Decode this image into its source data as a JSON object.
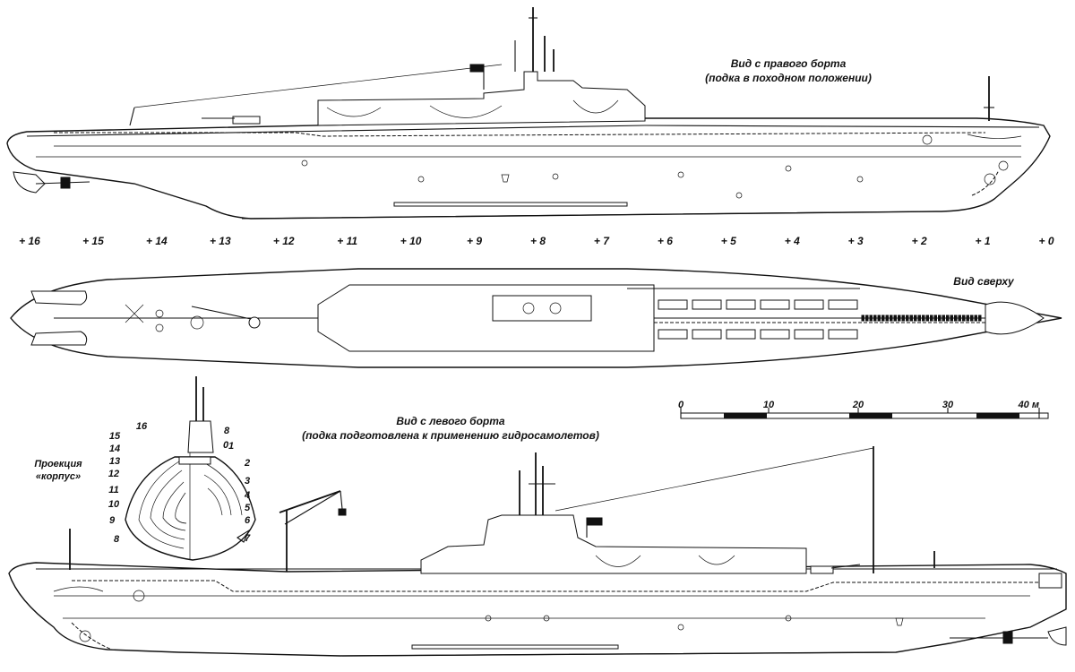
{
  "views": {
    "right_side_title": "Вид с правого борта",
    "right_side_subtitle": "(подка в походном положении)",
    "top_title": "Вид сверху",
    "left_side_title": "Вид с левого борта",
    "left_side_subtitle": "(подка подготовлена к применению гидросамолетов)"
  },
  "frame_stations": [
    "+ 16",
    "+ 15",
    "+ 14",
    "+ 13",
    "+ 12",
    "+ 11",
    "+ 10",
    "+ 9",
    "+ 8",
    "+ 7",
    "+ 6",
    "+ 5",
    "+ 4",
    "+ 3",
    "+ 2",
    "+ 1",
    "+ 0"
  ],
  "scale_bar": {
    "ticks": [
      "0",
      "10",
      "20",
      "30",
      "40 м"
    ]
  },
  "projection": {
    "title_line1": "Проекция",
    "title_line2": "«корпус»",
    "left_numbers": [
      "15",
      "14",
      "13",
      "12",
      "11",
      "10",
      "9",
      "8"
    ],
    "right_numbers": [
      "8",
      "0",
      "1",
      "2",
      "3",
      "4",
      "5",
      "6",
      "7"
    ],
    "top_number": "16"
  }
}
